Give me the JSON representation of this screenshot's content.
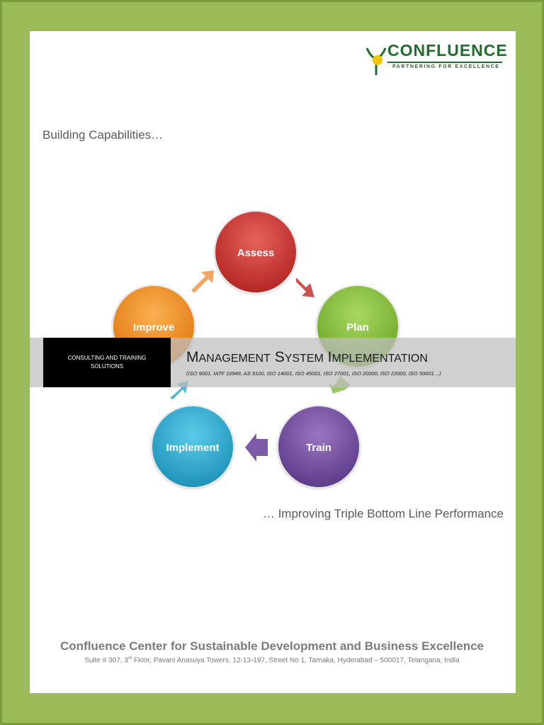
{
  "logo": {
    "name": "CONFLUENCE",
    "tagline": "PARTNERING FOR EXCELLENCE"
  },
  "intro": "Building Capabilities…",
  "cycle": {
    "nodes": [
      {
        "label": "Assess",
        "color": "#d23a35"
      },
      {
        "label": "Plan",
        "color": "#8bc43a"
      },
      {
        "label": "Train",
        "color": "#7d55a8"
      },
      {
        "label": "Implement",
        "color": "#2fb4d8"
      },
      {
        "label": "Improve",
        "color": "#f59226"
      }
    ]
  },
  "band": {
    "box_text": "CONSULTING AND TRAINING SOLUTIONS",
    "title_words": [
      {
        "first": "M",
        "rest": "ANAGEMENT"
      },
      {
        "first": "S",
        "rest": "YSTEM"
      },
      {
        "first": "I",
        "rest": "MPLEMENTATION"
      }
    ],
    "subtitle": "(ISO 9001, IATF 16949, AS 9100, ISO 14001, ISO 45001, ISO 27001, ISO 20000, ISO 22000, ISO 50001…)"
  },
  "tagline": "… Improving Triple Bottom Line Performance",
  "footer": {
    "title": "Confluence Center for Sustainable Development and Business Excellence",
    "address_pre": "Suite # 307, 3",
    "address_sup": "rd",
    "address_post": " Floor, Pavani Anasuya Towers, 12-13-197, Street No 1, Tarnaka, Hyderabad – 500017, Telangana, India"
  },
  "colors": {
    "page_border": "#9bbb59",
    "logo_green": "#1f6e2e",
    "logo_yellow": "#f2c500"
  }
}
